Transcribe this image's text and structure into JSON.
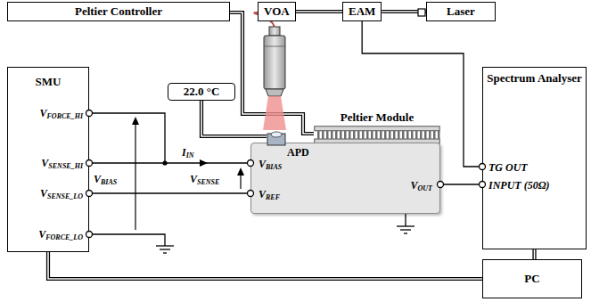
{
  "diagram": {
    "nodes": [
      {
        "text": [
          "Peltier Controller"
        ]
      },
      {
        "text": [
          "SMU"
        ]
      },
      {
        "text": [
          "22.0 °C"
        ]
      },
      {
        "text": [
          "VOA"
        ]
      },
      {
        "text": [
          "EAM"
        ]
      },
      {
        "text": [
          "Laser"
        ]
      },
      {
        "text": [
          "Peltier Module"
        ]
      },
      {
        "text": [
          "VBIAS",
          "VREF",
          "VOUT"
        ]
      },
      {
        "text": [
          "APD"
        ],
        "in": 7
      },
      {
        "text": [
          "Spectrum Analyser",
          "TG OUT",
          "INPUT (50Ω)"
        ]
      },
      {
        "text": [
          "PC"
        ]
      }
    ],
    "edges": [
      {
        "from": 0,
        "to": 6,
        "arrow": "none"
      },
      {
        "from": 5,
        "to": 4,
        "arrow": "none"
      },
      {
        "from": 4,
        "to": 3,
        "arrow": "none"
      },
      {
        "from": 4,
        "to": 9,
        "arrow": "none"
      },
      {
        "from": 2,
        "to": 8,
        "arrow": "none"
      },
      {
        "from": 1,
        "to": 7,
        "label": "IIN",
        "arrow": "to"
      },
      {
        "from": 1,
        "to": 7,
        "arrow": "none"
      },
      {
        "from": 7,
        "to": 9,
        "arrow": "none"
      },
      {
        "from": 1,
        "to": 10,
        "arrow": "none"
      },
      {
        "from": 9,
        "to": 10,
        "arrow": "none"
      }
    ],
    "labels": [
      "VFORCE_HI",
      "VSENSE_HI",
      "VSENSE_LO",
      "VFORCE_LO",
      "VBIAS",
      "VSENSE"
    ]
  }
}
